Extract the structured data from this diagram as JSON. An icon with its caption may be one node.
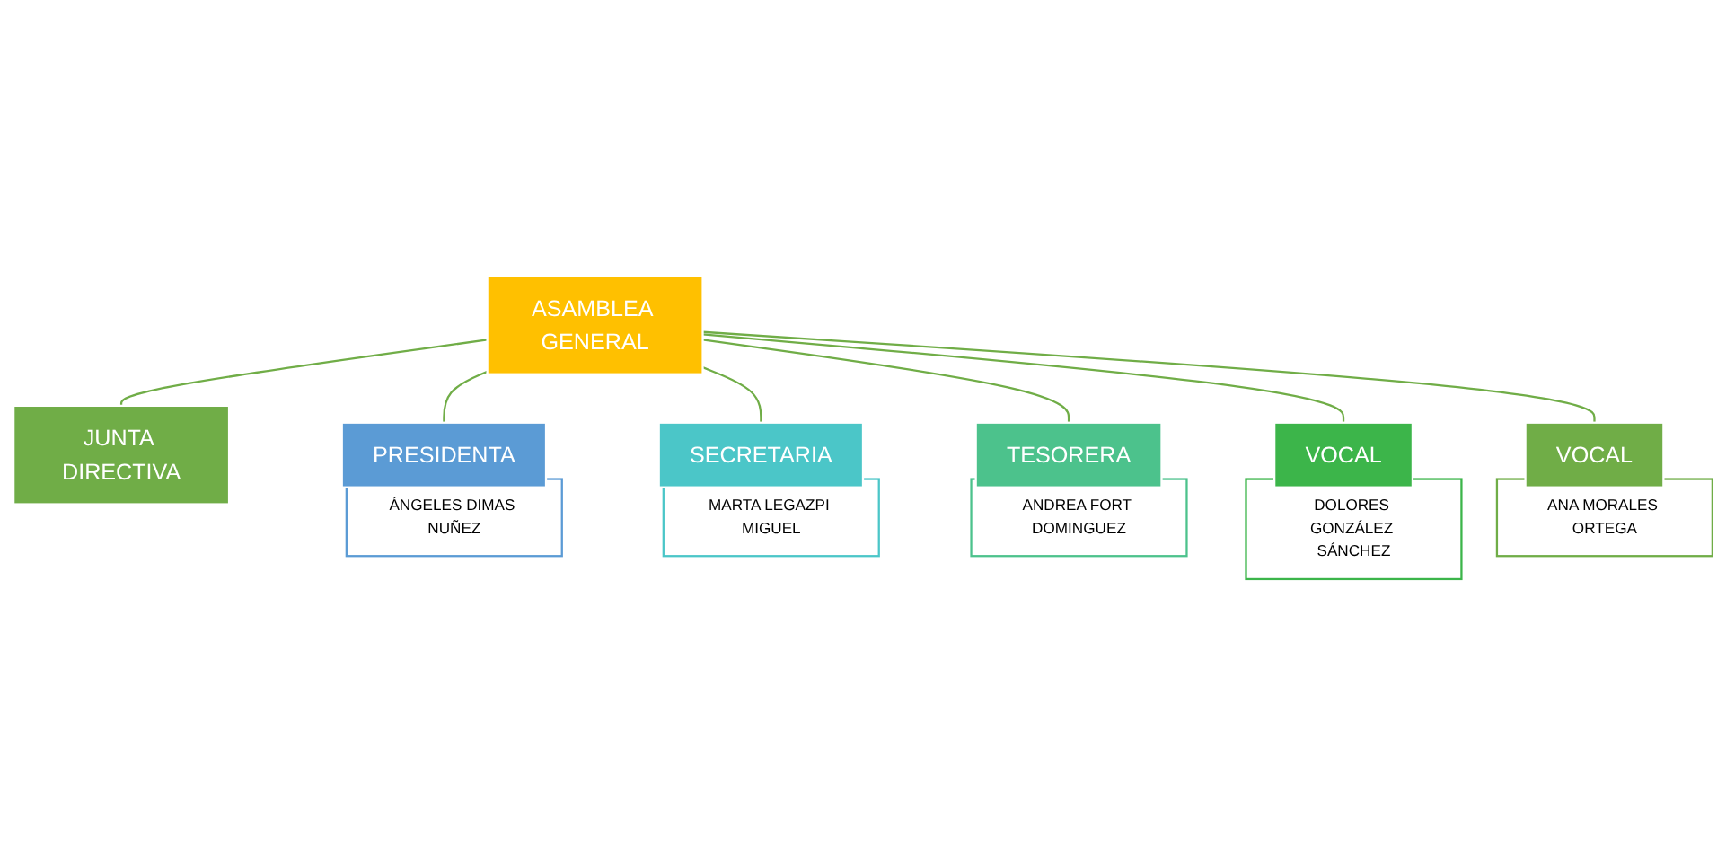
{
  "diagram": {
    "nodes": [
      {
        "text": [
          "ASAMBLEA GENERAL"
        ]
      },
      {
        "text": [
          "JUNTA DIRECTIVA"
        ]
      },
      {
        "text": [
          "PRESIDENTA"
        ]
      },
      {
        "text": [
          "ÁNGELES DIMAS NUÑEZ"
        ]
      },
      {
        "text": [
          "SECRETARIA"
        ]
      },
      {
        "text": [
          "MARTA LEGAZPI MIGUEL"
        ]
      },
      {
        "text": [
          "TESORERA"
        ]
      },
      {
        "text": [
          "ANDREA FORT DOMINGUEZ"
        ]
      },
      {
        "text": [
          "VOCAL"
        ]
      },
      {
        "text": [
          "DOLORES GONZÁLEZ SÁNCHEZ"
        ]
      },
      {
        "text": [
          "VOCAL"
        ]
      },
      {
        "text": [
          "ANA MORALES ORTEGA"
        ]
      }
    ],
    "edges": [
      {
        "from": 0,
        "to": 1,
        "arrow": "none"
      },
      {
        "from": 0,
        "to": 2,
        "arrow": "none"
      },
      {
        "from": 0,
        "to": 4,
        "arrow": "none"
      },
      {
        "from": 0,
        "to": 6,
        "arrow": "none"
      },
      {
        "from": 0,
        "to": 8,
        "arrow": "none"
      },
      {
        "from": 0,
        "to": 10,
        "arrow": "none"
      }
    ]
  }
}
